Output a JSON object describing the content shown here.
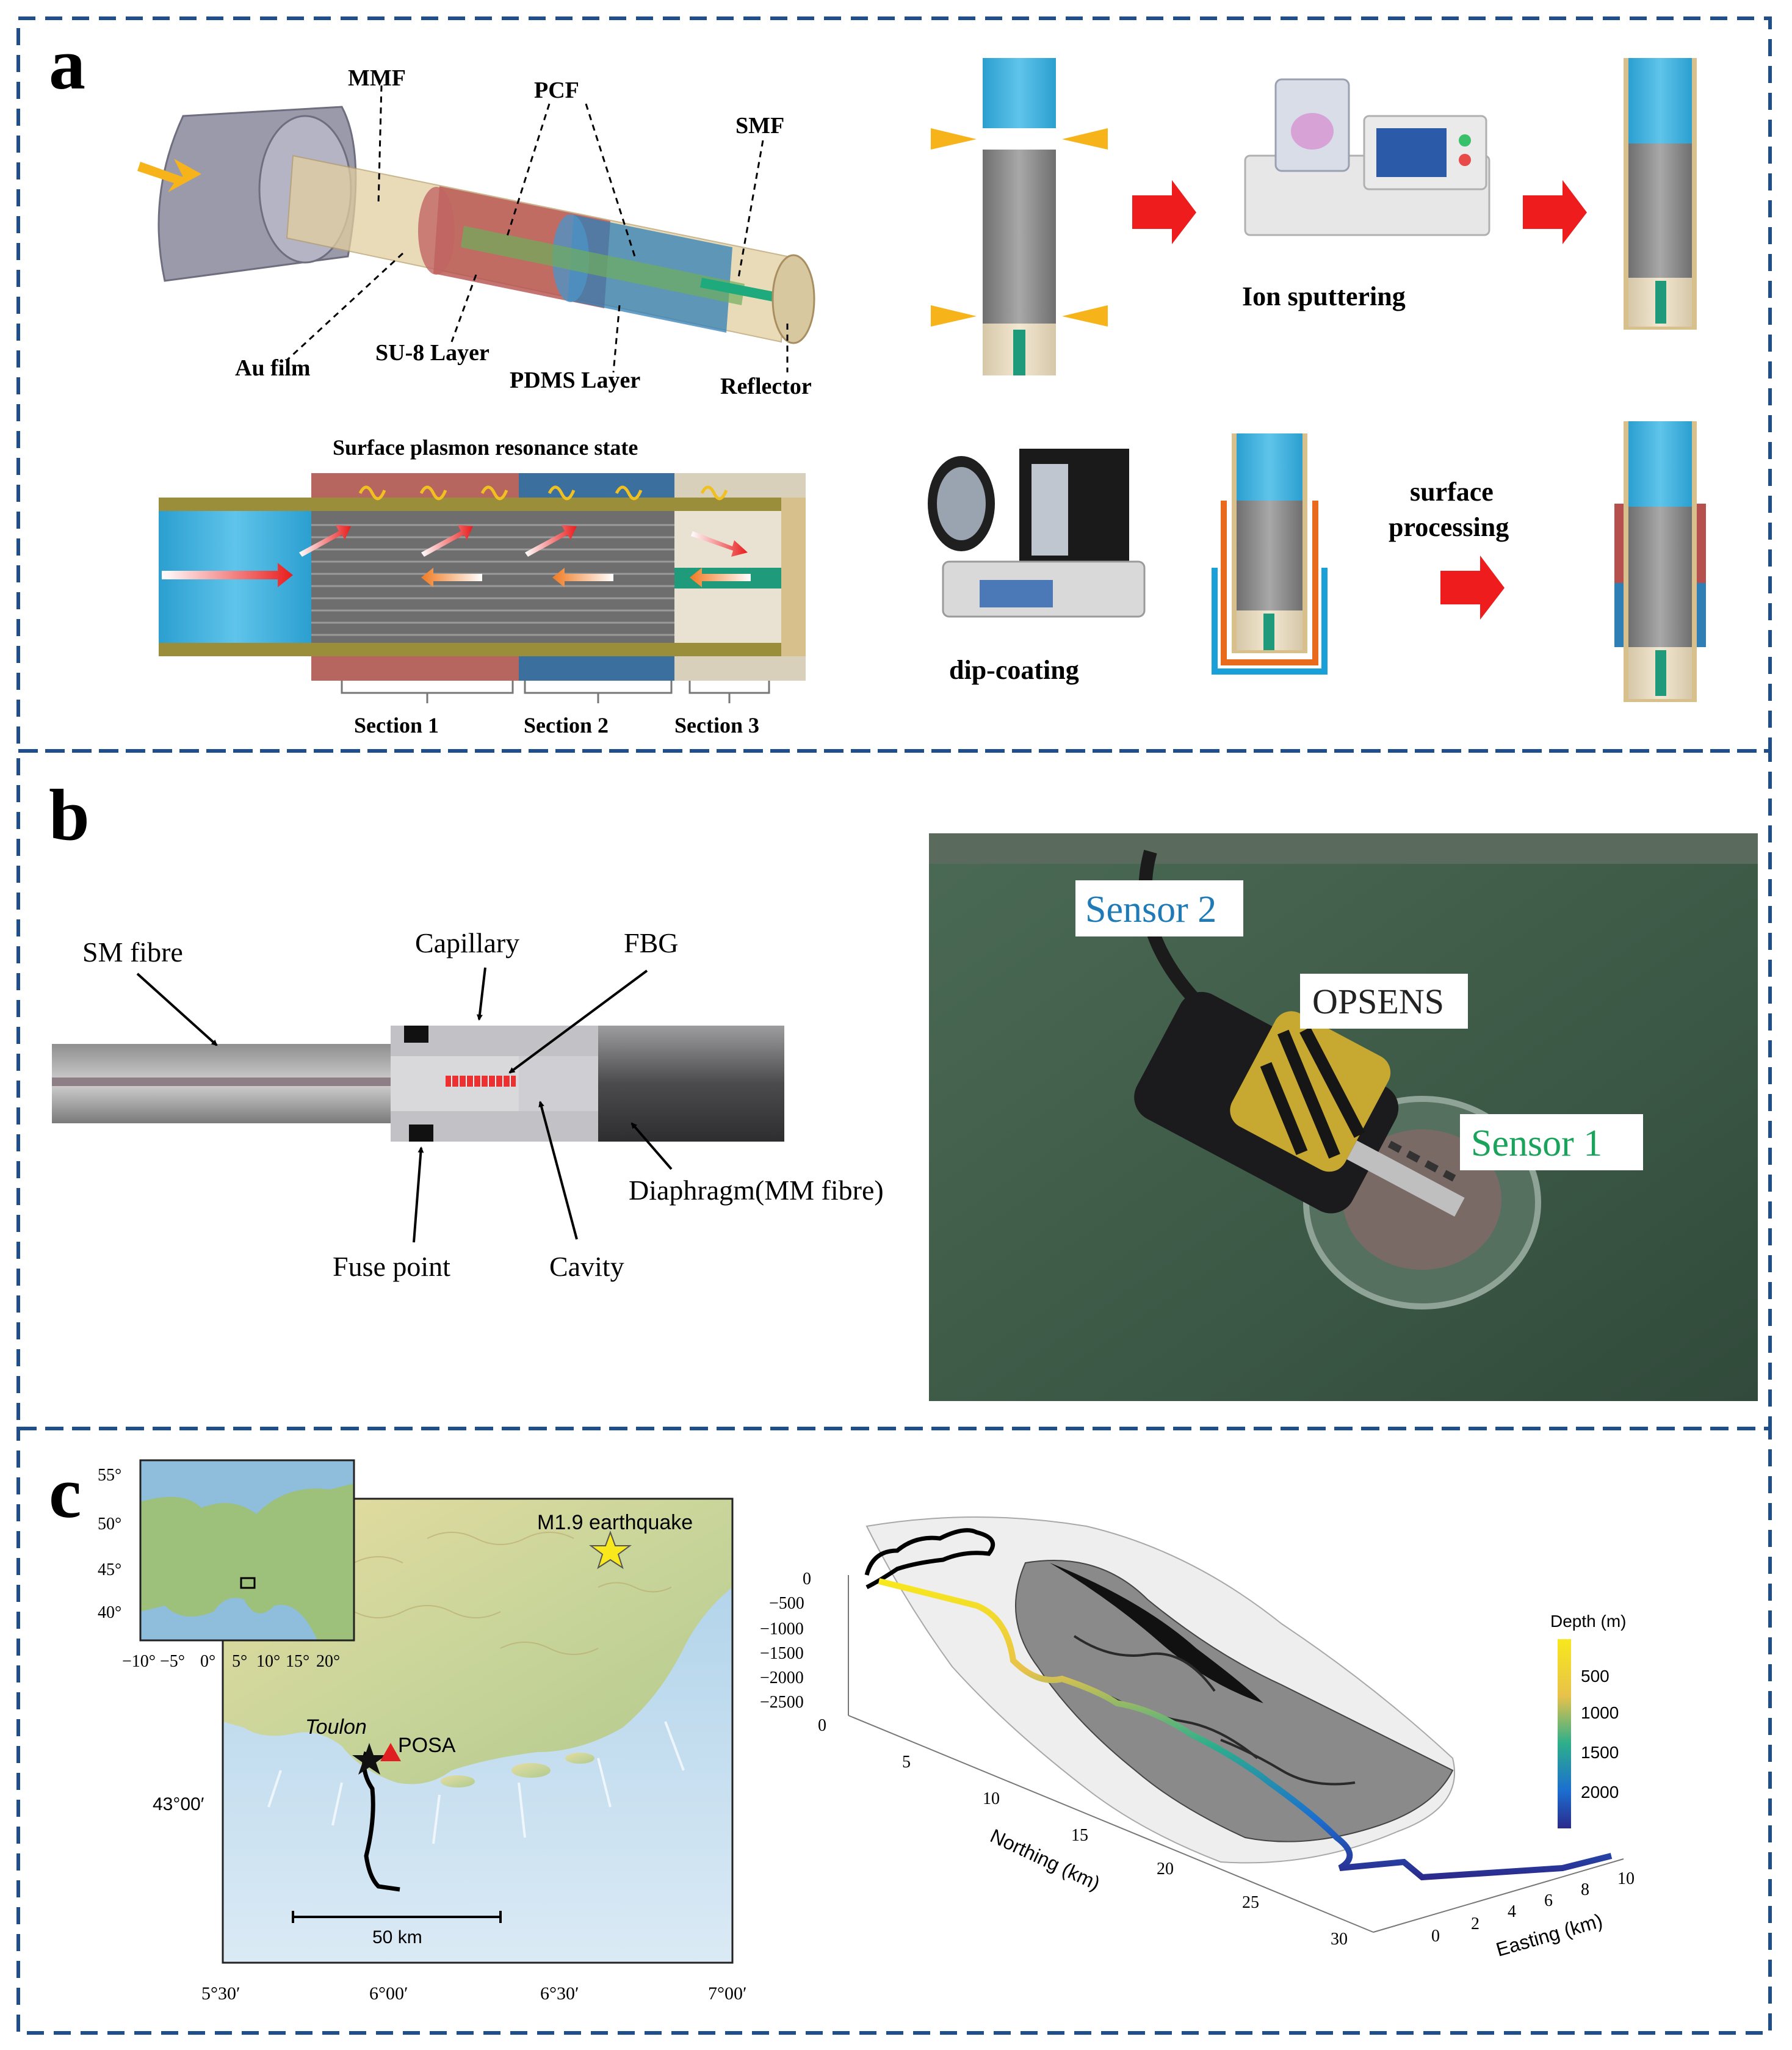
{
  "panel_a": {
    "letter": "a",
    "labels": {
      "mmf": "MMF",
      "pcf": "PCF",
      "smf": "SMF",
      "au_film": "Au film",
      "su8": "SU-8 Layer",
      "pdms": "PDMS Layer",
      "reflector": "Reflector",
      "spr_state": "Surface plasmon resonance state",
      "section1": "Section 1",
      "section2": "Section 2",
      "section3": "Section 3",
      "ion_sputtering": "Ion sputtering",
      "dip_coating": "dip-coating",
      "surface_processing_1": "surface",
      "surface_processing_2": "processing"
    }
  },
  "panel_b": {
    "letter": "b",
    "labels": {
      "sm_fibre": "SM fibre",
      "capillary": "Capillary",
      "fbg": "FBG",
      "fuse_point": "Fuse point",
      "cavity": "Cavity",
      "diaphragm": "Diaphragm(MM fibre)",
      "sensor2": "Sensor 2",
      "opsens": "OPSENS",
      "sensor1": "Sensor 1"
    }
  },
  "panel_c": {
    "letter": "c",
    "map": {
      "inset_lat_ticks": [
        "55°",
        "50°",
        "45°",
        "40°"
      ],
      "inset_lon_ticks": [
        "−10°",
        "−5°",
        "0°",
        "5°",
        "10°",
        "15°",
        "20°"
      ],
      "earthquake": "M1.9 earthquake",
      "toulon": "Toulon",
      "posa": "POSA",
      "lat_tick": "43°00′",
      "lon_ticks": [
        "5°30′",
        "6°00′",
        "6°30′",
        "7°00′"
      ],
      "scale": "50 km"
    },
    "plot3d": {
      "z_ticks": [
        "0",
        "−500",
        "−1000",
        "−1500",
        "−2000",
        "−2500"
      ],
      "northing_ticks": [
        "0",
        "5",
        "10",
        "15",
        "20",
        "25",
        "30"
      ],
      "easting_ticks": [
        "0",
        "2",
        "4",
        "6",
        "8",
        "10"
      ],
      "northing_label": "Northing (km)",
      "easting_label": "Easting (km)",
      "colorbar_title": "Depth (m)",
      "colorbar_ticks": [
        "500",
        "1000",
        "1500",
        "2000"
      ]
    }
  },
  "colors": {
    "frame_dash": "#1f4e8c",
    "arrow_red": "#ee1c1c",
    "arrow_orange": "#f6b41a",
    "fiber_blue": "#1aa0d8",
    "su8_red": "#b5504e",
    "pdms_blue": "#2f7fb7"
  }
}
